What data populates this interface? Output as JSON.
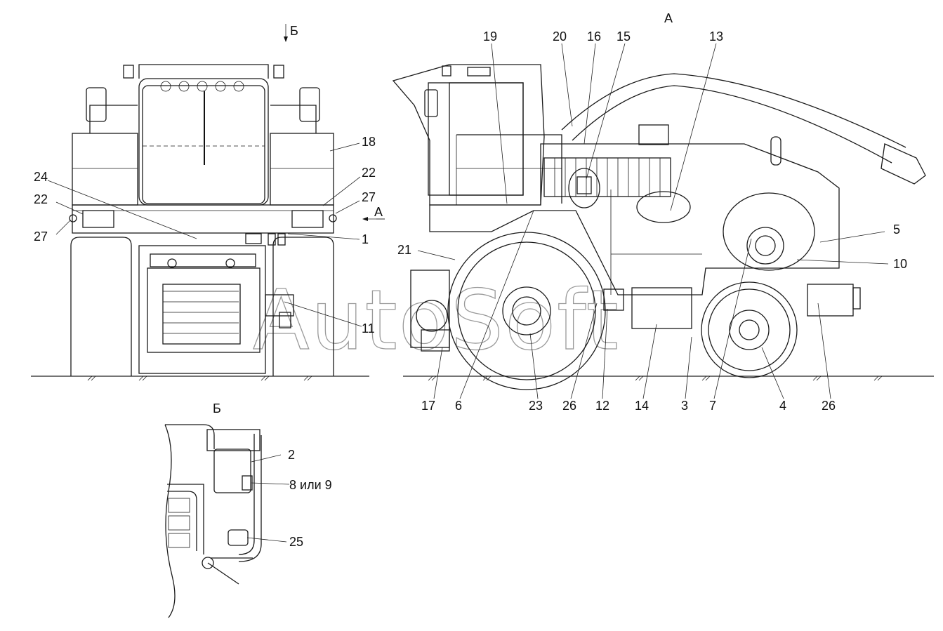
{
  "view_labels": {
    "view_a": "А",
    "view_b": "Б",
    "arrow_a": "А",
    "arrow_b": "Б"
  },
  "callouts": {
    "c1": "1",
    "c2": "2",
    "c3": "3",
    "c4": "4",
    "c5": "5",
    "c6": "6",
    "c7": "7",
    "c8_9": "8 или 9",
    "c10": "10",
    "c11": "11",
    "c12": "12",
    "c13": "13",
    "c14": "14",
    "c15": "15",
    "c16": "16",
    "c17": "17",
    "c18": "18",
    "c19": "19",
    "c20": "20",
    "c21": "21",
    "c22a": "22",
    "c22b": "22",
    "c23": "23",
    "c24": "24",
    "c25": "25",
    "c26a": "26",
    "c26b": "26",
    "c27a": "27",
    "c27b": "27"
  },
  "watermark": "AutoSoft"
}
